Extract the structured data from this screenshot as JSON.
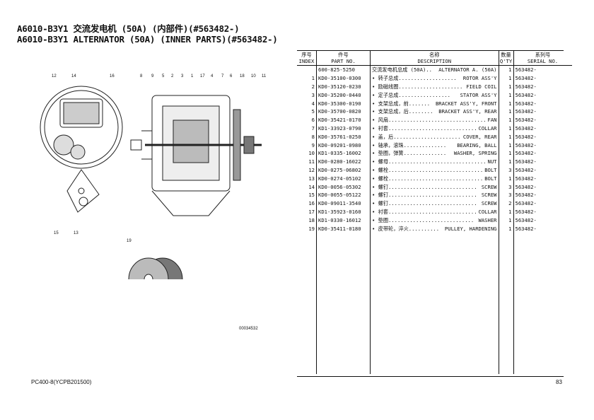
{
  "title_cn": "A6010-B3Y1 交流发电机 (50A) (内部件)(#563482-)",
  "title_en": "A6010-B3Y1 ALTERNATOR (50A) (INNER PARTS)(#563482-)",
  "callouts_top": [
    "12",
    "14",
    "16",
    "8",
    "9",
    "5",
    "2",
    "3",
    "1",
    "17",
    "4",
    "7",
    "6",
    "18",
    "10",
    "11"
  ],
  "callouts_bottom": [
    "15",
    "13"
  ],
  "callout_pulley": "19",
  "illustration_id": "00034532",
  "table": {
    "headers": {
      "index_cn": "序号",
      "index_en": "INDEX",
      "part_cn": "件号",
      "part_en": "PART NO.",
      "desc_cn": "名称",
      "desc_en": "DESCRIPTION",
      "qty_cn": "数量",
      "qty_en": "Q'TY",
      "serial_cn": "系列号",
      "serial_en": "SERIAL NO."
    },
    "rows": [
      {
        "index": "",
        "part": "600-825-5250",
        "cn": "交流发电机总成 (50A)..",
        "en": "ALTERNATOR A. (50A)",
        "qty": "1",
        "serial": "563482-"
      },
      {
        "index": "1",
        "part": "KD0-35100-0300",
        "cn": "• 转子总成...................",
        "en": "ROTOR ASS'Y",
        "qty": "1",
        "serial": "563482-"
      },
      {
        "index": "2",
        "part": "KD0-35120-0230",
        "cn": "• 励磁线圈.....................",
        "en": "FIELD COIL",
        "qty": "1",
        "serial": "563482-"
      },
      {
        "index": "3",
        "part": "KD0-35200-0440",
        "cn": "• 定子总成.................",
        "en": "STATOR ASS'Y",
        "qty": "1",
        "serial": "563482-"
      },
      {
        "index": "4",
        "part": "KD0-35300-0190",
        "cn": "• 支架总成，前.......",
        "en": "BRACKET ASS'Y, FRONT",
        "qty": "1",
        "serial": "563482-"
      },
      {
        "index": "5",
        "part": "KD0-35700-0820",
        "cn": "• 支架总成，后........",
        "en": "BRACKET ASS'Y, REAR",
        "qty": "1",
        "serial": "563482-"
      },
      {
        "index": "6",
        "part": "KD0-35421-0170",
        "cn": "• 风扇................................",
        "en": "FAN",
        "qty": "1",
        "serial": "563482-"
      },
      {
        "index": "7",
        "part": "KD1-33923-0790",
        "cn": "• 衬套.............................",
        "en": "COLLAR",
        "qty": "1",
        "serial": "563482-"
      },
      {
        "index": "8",
        "part": "KD0-35761-0250",
        "cn": "• 盖，后......................",
        "en": "COVER, REAR",
        "qty": "1",
        "serial": "563482-"
      },
      {
        "index": "9",
        "part": "KD0-09201-0980",
        "cn": "• 轴承，滚珠..............",
        "en": "BEARING, BALL",
        "qty": "1",
        "serial": "563482-"
      },
      {
        "index": "10",
        "part": "KD1-0335-16002",
        "cn": "• 垫圈，弹簧..............",
        "en": "WASHER, SPRING",
        "qty": "1",
        "serial": "563482-"
      },
      {
        "index": "11",
        "part": "KD0-0280-16022",
        "cn": "• 螺母................................",
        "en": "NUT",
        "qty": "1",
        "serial": "563482-"
      },
      {
        "index": "12",
        "part": "KD0-0275-06802",
        "cn": "• 螺栓...............................",
        "en": "BOLT",
        "qty": "3",
        "serial": "563482-"
      },
      {
        "index": "13",
        "part": "KD0-0274-05102",
        "cn": "• 螺栓...............................",
        "en": "BOLT",
        "qty": "1",
        "serial": "563482-"
      },
      {
        "index": "14",
        "part": "KD0-0056-05302",
        "cn": "• 螺钉.............................",
        "en": "SCREW",
        "qty": "3",
        "serial": "563482-"
      },
      {
        "index": "15",
        "part": "KD0-0055-05122",
        "cn": "• 螺钉.............................",
        "en": "SCREW",
        "qty": "3",
        "serial": "563482-"
      },
      {
        "index": "16",
        "part": "KD0-09011-3540",
        "cn": "• 螺钉.............................",
        "en": "SCREW",
        "qty": "2",
        "serial": "563482-"
      },
      {
        "index": "17",
        "part": "KD1-35923-0160",
        "cn": "• 衬套.............................",
        "en": "COLLAR",
        "qty": "1",
        "serial": "563482-"
      },
      {
        "index": "18",
        "part": "KD1-0330-16012",
        "cn": "• 垫圈............................",
        "en": "WASHER",
        "qty": "1",
        "serial": "563482-"
      },
      {
        "index": "19",
        "part": "KD0-35411-0180",
        "cn": "• 皮带轮，淬火..........",
        "en": "PULLEY, HARDENING",
        "qty": "1",
        "serial": "563482-"
      }
    ]
  },
  "footer": {
    "model": "PC400-8(YCPB201500)",
    "page": "83"
  }
}
